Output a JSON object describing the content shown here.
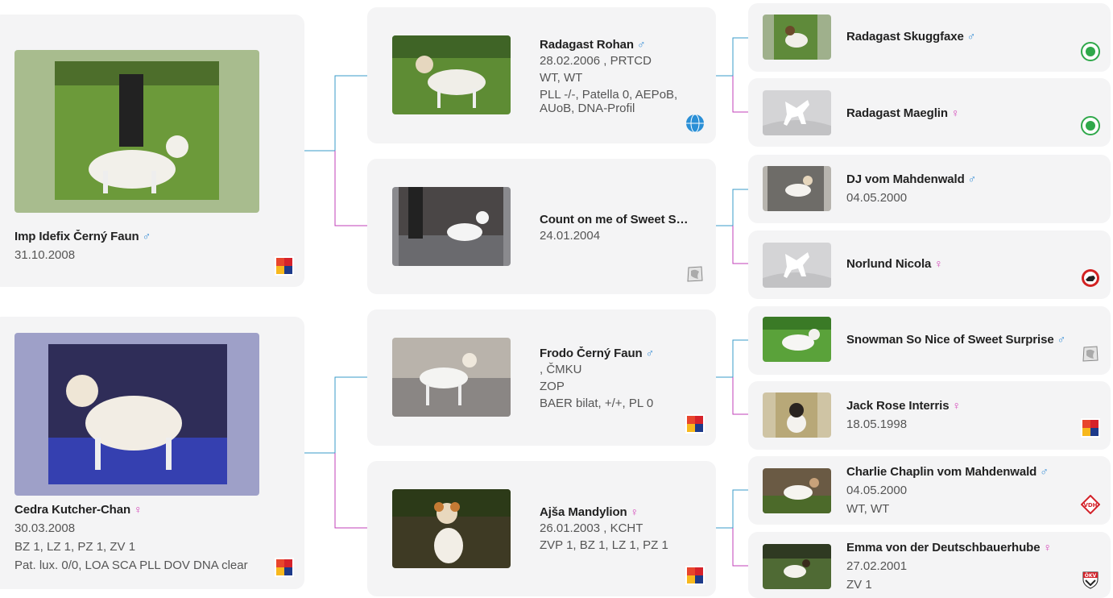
{
  "generation1": [
    {
      "name": "Imp Idefix Černý Faun",
      "sex": "♂",
      "sex_type": "m",
      "lines": [
        "31.10.2008"
      ],
      "badge": "cmku-flag-icon"
    },
    {
      "name": "Cedra Kutcher-Chan",
      "sex": "♀",
      "sex_type": "f",
      "lines": [
        "30.03.2008",
        "BZ 1, LZ 1, PZ 1, ZV 1",
        "Pat. lux. 0/0, LOA SCA PLL DOV DNA clear"
      ],
      "badge": "cmku-flag-icon"
    }
  ],
  "generation2": [
    {
      "name": "Radagast Rohan",
      "sex": "♂",
      "sex_type": "m",
      "lines": [
        "28.02.2006 , PRTCD",
        "WT, WT",
        "PLL -/-, Patella 0, AEPoB,",
        "AUoB, DNA-Profil"
      ],
      "badge": "kcl-globe-icon"
    },
    {
      "name": "Count on me of Sweet S…",
      "sex": "",
      "sex_type": "",
      "lines": [
        "24.01.2004"
      ],
      "badge": "kennel-club-map-icon"
    },
    {
      "name": "Frodo Černý Faun",
      "sex": "♂",
      "sex_type": "m",
      "lines": [
        ", ČMKU",
        "ZOP",
        "BAER bilat, +/+, PL 0"
      ],
      "badge": "cmku-flag-icon"
    },
    {
      "name": "Ajša Mandylion",
      "sex": "♀",
      "sex_type": "f",
      "lines": [
        "26.01.2003 , KCHT",
        "ZVP 1, BZ 1, LZ 1, PZ 1"
      ],
      "badge": "cmku-flag-icon"
    }
  ],
  "generation3": [
    {
      "name": "Radagast Skuggfaxe",
      "sex": "♂",
      "sex_type": "m",
      "lines": [],
      "badge": "green-club-icon"
    },
    {
      "name": "Radagast Maeglin",
      "sex": "♀",
      "sex_type": "f",
      "lines": [],
      "badge": "green-club-icon"
    },
    {
      "name": "DJ vom Mahdenwald",
      "sex": "♂",
      "sex_type": "m",
      "lines": [
        "04.05.2000"
      ],
      "badge": ""
    },
    {
      "name": "Norlund Nicola",
      "sex": "♀",
      "sex_type": "f",
      "lines": [],
      "badge": "red-terrier-club-icon"
    },
    {
      "name": "Snowman So Nice of Sweet Surprise",
      "sex": "♂",
      "sex_type": "m",
      "lines": [],
      "badge": "kennel-club-map-icon"
    },
    {
      "name": "Jack Rose Interris",
      "sex": "♀",
      "sex_type": "f",
      "lines": [
        "18.05.1998"
      ],
      "badge": "cmku-flag-icon"
    },
    {
      "name": "Charlie Chaplin vom Mahdenwald",
      "sex": "♂",
      "sex_type": "m",
      "lines": [
        "04.05.2000",
        "WT, WT"
      ],
      "badge": "vdh-diamond-icon"
    },
    {
      "name": "Emma von der Deutschbauerhube",
      "sex": "♀",
      "sex_type": "f",
      "lines": [
        "27.02.2001",
        "ZV 1"
      ],
      "badge": "okv-shield-icon"
    }
  ],
  "colors": {
    "sire_line": "#3a9bc8",
    "dam_line": "#c23fb8",
    "card_bg": "#f4f4f5"
  }
}
